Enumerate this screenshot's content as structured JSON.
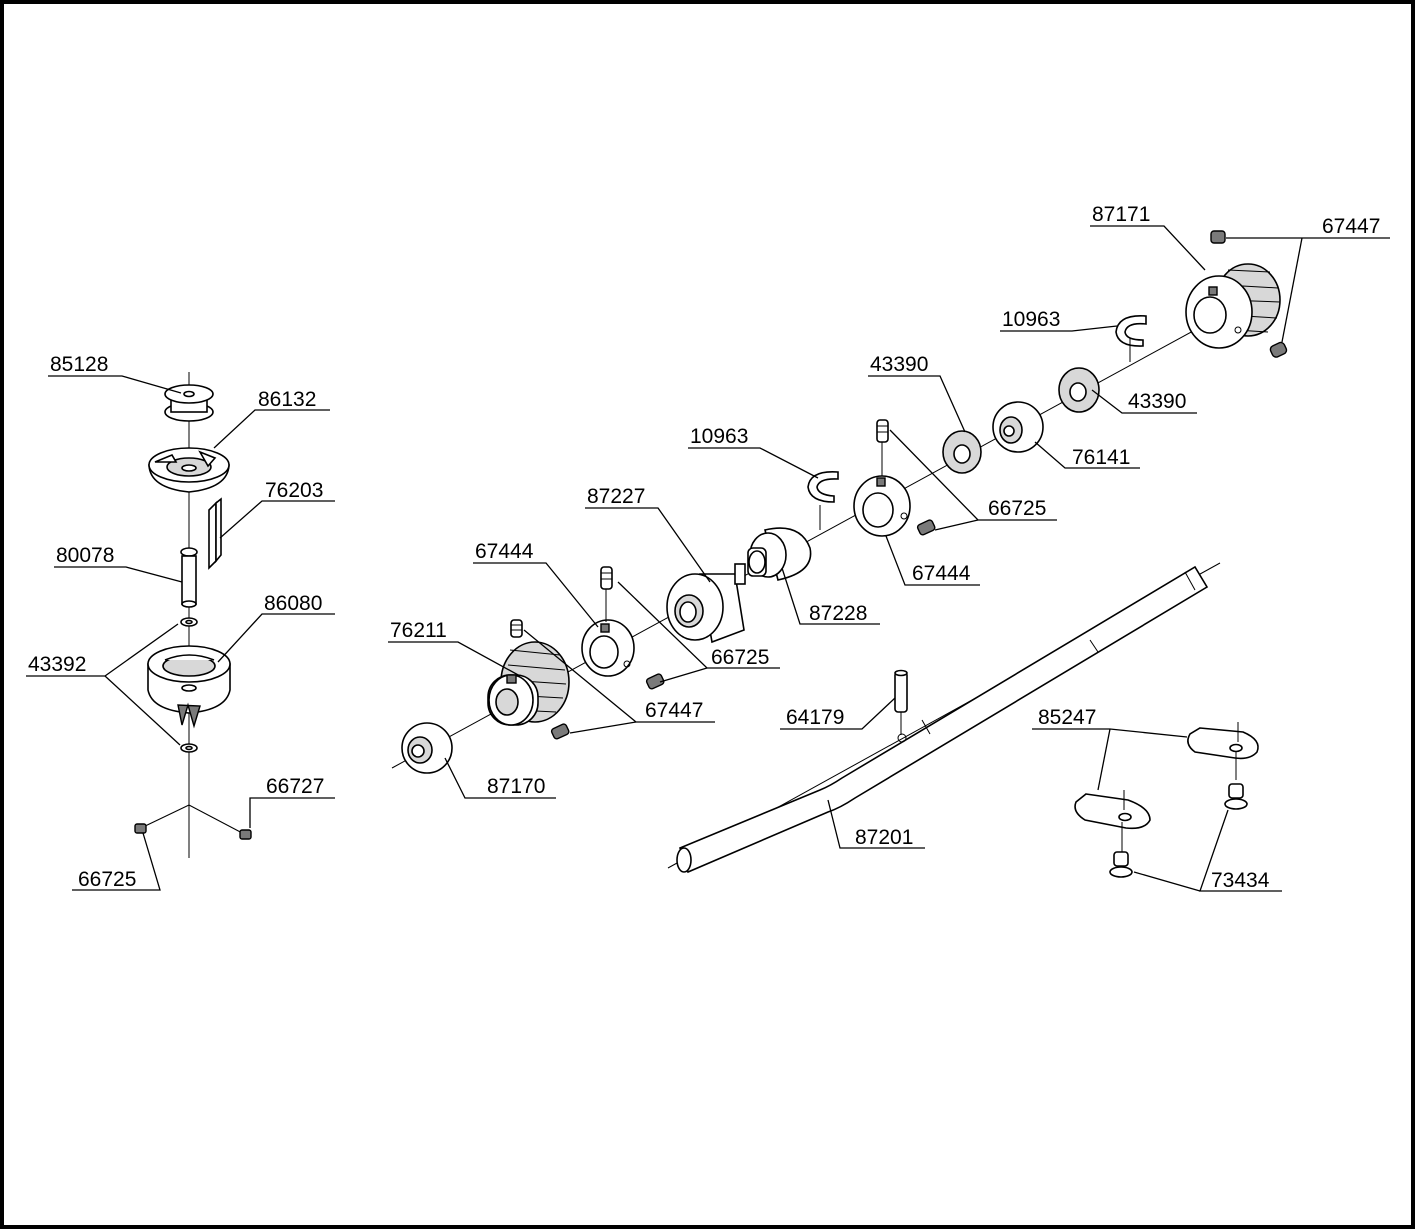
{
  "labels": {
    "l85128": "85128",
    "l86132": "86132",
    "l76203": "76203",
    "l80078": "80078",
    "l86080": "86080",
    "l43392": "43392",
    "l66727": "66727",
    "l66725a": "66725",
    "l76211": "76211",
    "l67444a": "67444",
    "l87227": "87227",
    "l10963a": "10963",
    "l66725b": "66725",
    "l67447a": "67447",
    "l87170": "87170",
    "l87228": "87228",
    "l67444b": "67444",
    "l66725c": "66725",
    "l43390a": "43390",
    "l76141": "76141",
    "l10963b": "10963",
    "l43390b": "43390",
    "l87171": "87171",
    "l67447b": "67447",
    "l64179": "64179",
    "l87201": "87201",
    "l85247": "85247",
    "l73434": "73434"
  }
}
